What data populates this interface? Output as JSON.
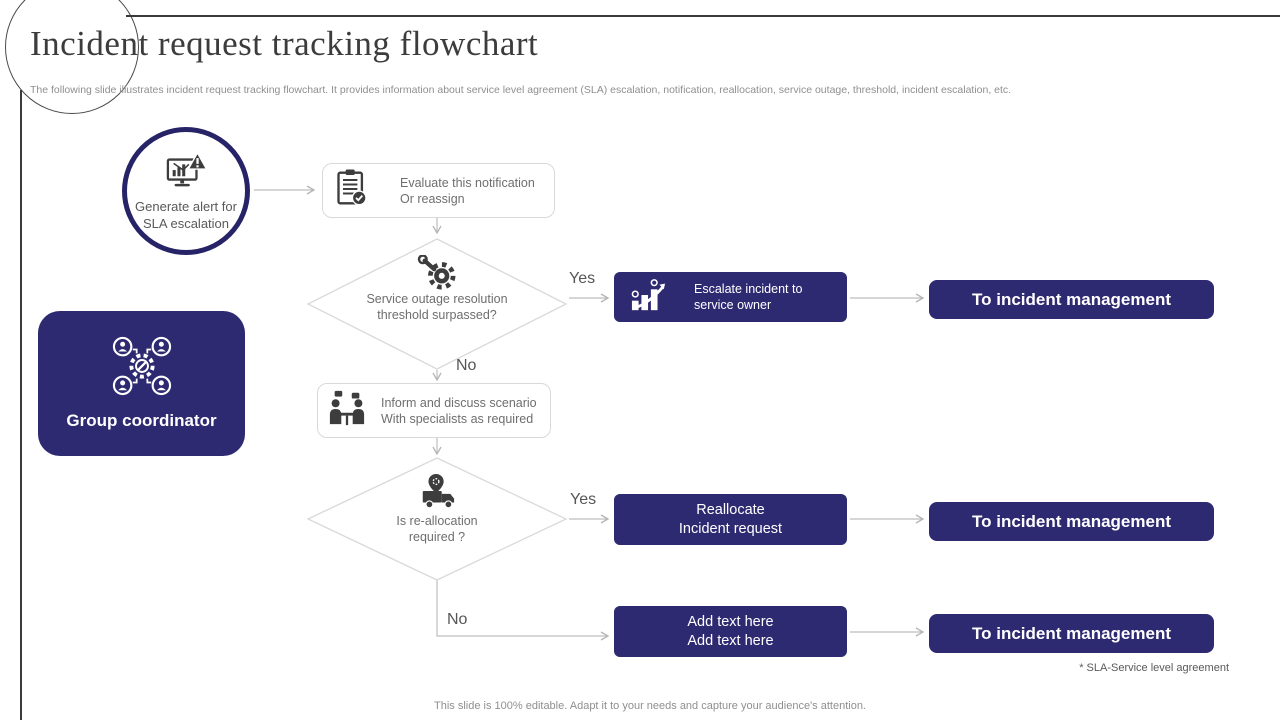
{
  "slide": {
    "title": "Incident request tracking flowchart",
    "subtitle": "The following slide illustrates incident request tracking flowchart. It provides information about service level agreement (SLA) escalation, notification, reallocation, service outage, threshold, incident escalation, etc.",
    "footnote": "* SLA-Service level agreement",
    "footer": "This slide is 100% editable. Adapt it to your needs and capture your audience's attention."
  },
  "colors": {
    "navy": "#2e2a72",
    "circle_border_navy": "#262366",
    "connector_gray": "#bdbdbd",
    "shape_border_gray": "#d9d9d9",
    "icon_dark": "#3d3d3d",
    "frame_line": "#3a3a3a"
  },
  "nodes": {
    "start": {
      "icon": "monitor-alert-icon",
      "lines": [
        "Generate alert",
        "for SLA",
        "escalation"
      ]
    },
    "evaluate": {
      "icon": "clipboard-check-icon",
      "lines": [
        "Evaluate this notification",
        "Or reassign"
      ]
    },
    "decision1": {
      "icon": "gear-wrench-icon",
      "lines": [
        "Service outage resolution",
        "threshold surpassed?"
      ]
    },
    "escalate": {
      "icon": "growth-people-icon",
      "lines": [
        "Escalate incident to",
        "service owner"
      ]
    },
    "tim1": {
      "label": "To incident management"
    },
    "inform": {
      "icon": "discussion-icon",
      "lines": [
        "Inform and discuss scenario",
        "With specialists as required"
      ]
    },
    "decision2": {
      "icon": "truck-pin-icon",
      "lines": [
        "Is re-allocation",
        "required ?"
      ]
    },
    "reallocate": {
      "lines": [
        "Reallocate",
        "Incident request"
      ]
    },
    "tim2": {
      "label": "To incident management"
    },
    "addtext": {
      "lines": [
        "Add text here",
        "Add text here"
      ]
    },
    "tim3": {
      "label": "To incident management"
    },
    "group": {
      "icon": "group-network-icon",
      "lines": [
        "Group",
        "coordinator"
      ]
    }
  },
  "branch_labels": {
    "yes1": "Yes",
    "no1": "No",
    "yes2": "Yes",
    "no2": "No"
  }
}
